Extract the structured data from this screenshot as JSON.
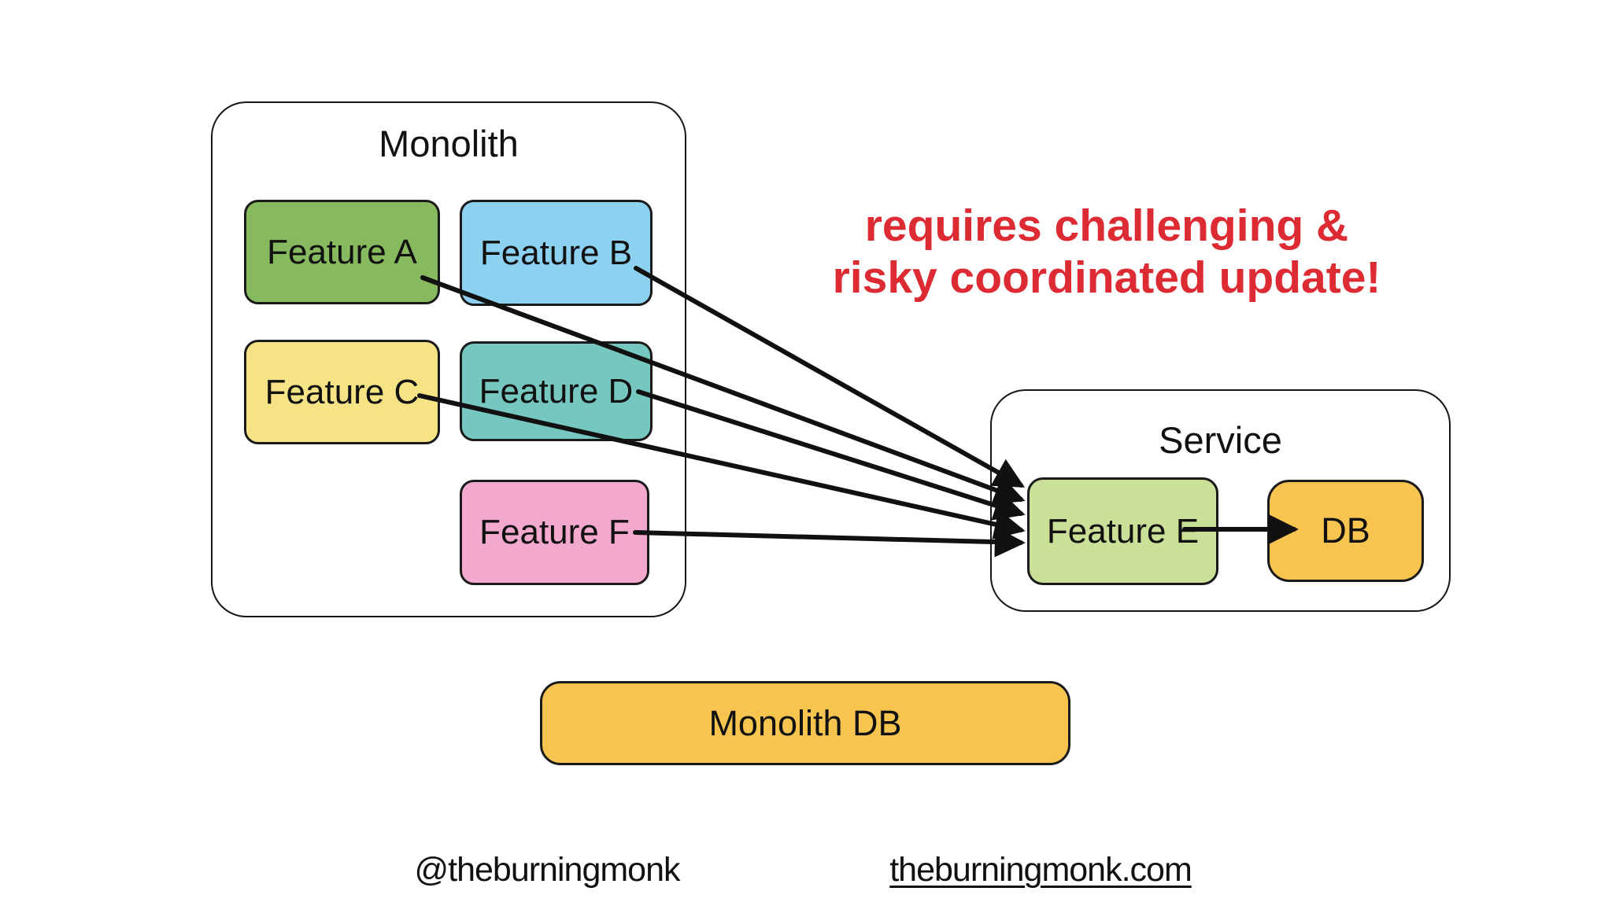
{
  "monolith": {
    "title": "Monolith",
    "features": {
      "a": {
        "label": "Feature A",
        "color": "#87B95F"
      },
      "b": {
        "label": "Feature B",
        "color": "#8DD1F1"
      },
      "c": {
        "label": "Feature C",
        "color": "#F6E385"
      },
      "d": {
        "label": "Feature D",
        "color": "#76C7C0"
      },
      "f": {
        "label": "Feature F",
        "color": "#F3A9CE"
      }
    }
  },
  "service": {
    "title": "Service",
    "feature_e": {
      "label": "Feature E",
      "color": "#CADF97"
    },
    "db": {
      "label": "DB",
      "color": "#F7C44F"
    }
  },
  "monolith_db": {
    "label": "Monolith DB",
    "color": "#F7C44F"
  },
  "annotation": {
    "line1": "requires challenging &",
    "line2": "risky coordinated update!",
    "color": "#DC2B33"
  },
  "footer": {
    "handle": "@theburningmonk",
    "website": "theburningmonk.com"
  },
  "arrows": [
    {
      "from": "Feature B",
      "to": "Feature E"
    },
    {
      "from": "Feature A",
      "to": "Feature E"
    },
    {
      "from": "Feature D",
      "to": "Feature E"
    },
    {
      "from": "Feature C",
      "to": "Feature E"
    },
    {
      "from": "Feature F",
      "to": "Feature E"
    },
    {
      "from": "Feature E",
      "to": "DB"
    }
  ],
  "colors": {
    "feature_a": "#87B95F",
    "feature_b": "#8DD1F1",
    "feature_c": "#F6E385",
    "feature_d": "#76C7C0",
    "feature_e": "#CADF97",
    "feature_f": "#F3A9CE",
    "db_orange": "#F7C44F",
    "annotation_red": "#DC2B33",
    "arrow_black": "#111111"
  }
}
